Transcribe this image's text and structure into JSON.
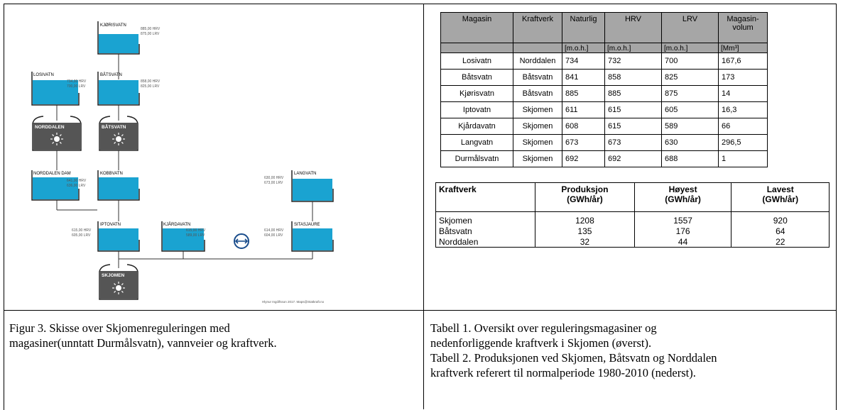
{
  "diagram": {
    "nodes": {
      "kjorisvatn": {
        "name": "KJØRISVATN",
        "hrv": "885,00 HRV",
        "lrv": "875,00 LRV"
      },
      "losivatn": {
        "name": "LOSIVATN",
        "hrv": "734,00 HRV",
        "lrv": "700,00 LRV"
      },
      "batsvatn": {
        "name": "BÅTSVATN",
        "hrv": "858,00 HRV",
        "lrv": "825,00 LRV"
      },
      "norddalen_plant": {
        "name": "NORDDALEN"
      },
      "batsvatn_plant": {
        "name": "BÅTSVATN"
      },
      "norddalen_dam": {
        "name": "NORDDALEN DAM",
        "hrv": "641,00 HRV",
        "lrv": "636,00 LRV"
      },
      "kobbvatn": {
        "name": "KOBBVATN"
      },
      "langvatn": {
        "name": "LANGVATN",
        "hrv": "630,00 HRV",
        "lrv": "673,00 LRV"
      },
      "iptovatn": {
        "name": "IPTOVATN",
        "hrv": "615,00 HRV",
        "lrv": "605,00 LRV"
      },
      "kjardavatn": {
        "name": "KJÅRDAVATN",
        "hrv": "615,00 HRV",
        "lrv": "589,00 LRV"
      },
      "sitasjaure": {
        "name": "SITASJAURE",
        "hrv": "614,00 HRV",
        "lrv": "604,00 LRV"
      },
      "skjomen_plant": {
        "name": "SKJOMEN"
      }
    },
    "credit": "Hlynur Ingólfsson 2017. Maps@Statkraft.no"
  },
  "captions": {
    "figure": [
      "Figur 3. Skisse over Skjomenreguleringen med",
      "magasiner(unntatt Durmålsvatn), vannveier og kraftverk."
    ],
    "tables": [
      "Tabell 1. Oversikt over reguleringsmagasiner og",
      "nedenforliggende kraftverk i Skjomen (øverst).",
      "Tabell 2. Produksjonen ved Skjomen, Båtsvatn og Norddalen",
      "kraftverk referert til normalperiode 1980-2010 (nederst)."
    ]
  },
  "table1": {
    "headers": [
      "Magasin",
      "Kraftverk",
      "Naturlig",
      "HRV",
      "LRV",
      "Magasin-volum"
    ],
    "header_line1": "Magasin-",
    "header_line2": "volum",
    "units": [
      "",
      "",
      "[m.o.h.]",
      "[m.o.h.]",
      "[m.o.h.]",
      "[Mm³]"
    ],
    "rows": [
      [
        "Losivatn",
        "Norddalen",
        "734",
        "732",
        "700",
        "167,6"
      ],
      [
        "Båtsvatn",
        "Båtsvatn",
        "841",
        "858",
        "825",
        "173"
      ],
      [
        "Kjørisvatn",
        "Båtsvatn",
        "885",
        "885",
        "875",
        "14"
      ],
      [
        "Iptovatn",
        "Skjomen",
        "611",
        "615",
        "605",
        "16,3"
      ],
      [
        "Kjårdavatn",
        "Skjomen",
        "608",
        "615",
        "589",
        "66"
      ],
      [
        "Langvatn",
        "Skjomen",
        "673",
        "673",
        "630",
        "296,5"
      ],
      [
        "Durmålsvatn",
        "Skjomen",
        "692",
        "692",
        "688",
        "1"
      ]
    ]
  },
  "table2": {
    "headers": [
      {
        "l1": "Kraftverk",
        "l2": ""
      },
      {
        "l1": "Produksjon",
        "l2": "(GWh/år)"
      },
      {
        "l1": "Høyest",
        "l2": "(GWh/år)"
      },
      {
        "l1": "Lavest",
        "l2": "(GWh/år)"
      }
    ],
    "rows": [
      [
        "Skjomen",
        "1208",
        "1557",
        "920"
      ],
      [
        "Båtsvatn",
        "135",
        "176",
        "64"
      ],
      [
        "Norddalen",
        "32",
        "44",
        "22"
      ]
    ]
  },
  "colors": {
    "water": "#1aa3d1",
    "plant": "#555555"
  }
}
